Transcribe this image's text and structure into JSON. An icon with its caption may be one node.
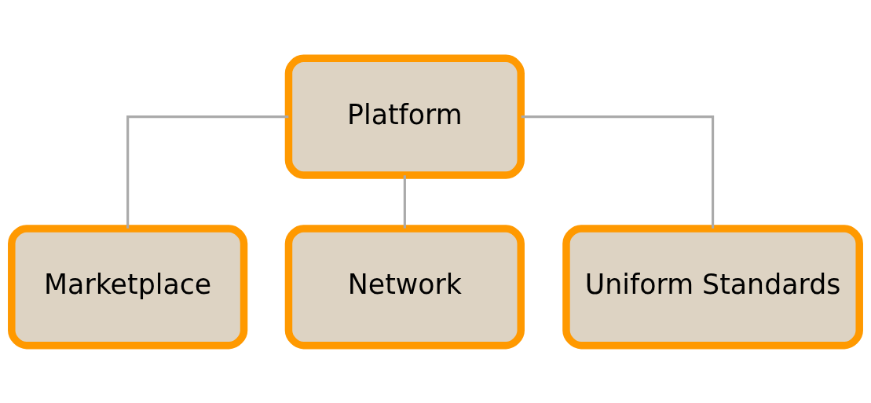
{
  "diagram": {
    "nodes": [
      {
        "text": [
          "Platform"
        ]
      },
      {
        "text": [
          "Marketplace"
        ]
      },
      {
        "text": [
          "Network"
        ]
      },
      {
        "text": [
          "Uniform Standards"
        ]
      }
    ],
    "edges": [
      {
        "from": 0,
        "to": 1,
        "arrow": "none"
      },
      {
        "from": 0,
        "to": 2,
        "arrow": "none"
      },
      {
        "from": 0,
        "to": 3,
        "arrow": "none"
      }
    ]
  }
}
